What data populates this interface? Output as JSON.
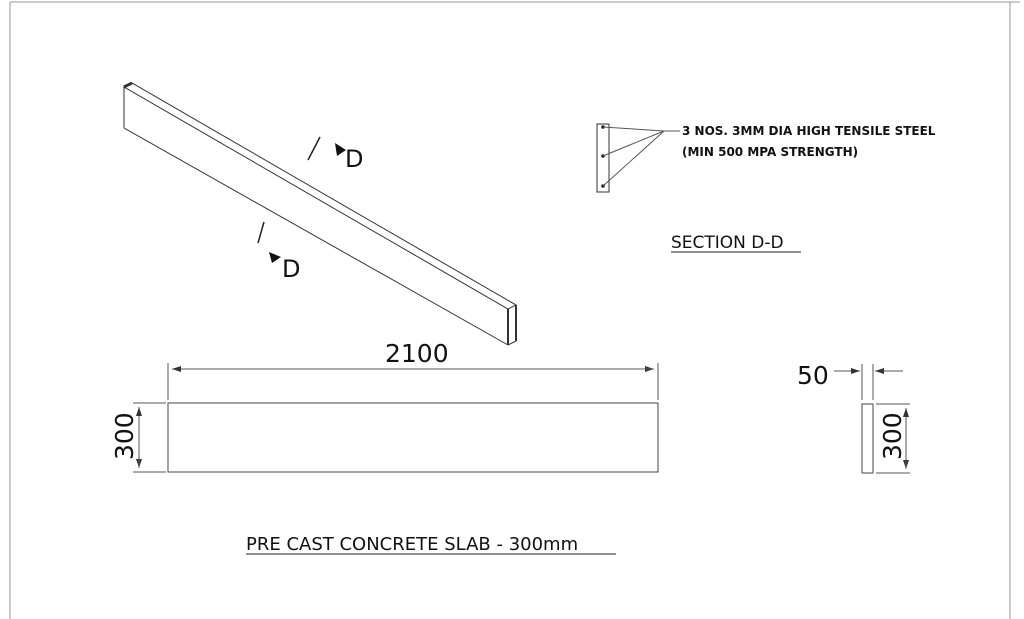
{
  "isometric": {
    "section_marker_top": "D",
    "section_marker_bottom": "D"
  },
  "section": {
    "note_line1": "3 NOS. 3MM DIA HIGH TENSILE STEEL",
    "note_line2": "(MIN 500 MPA STRENGTH)",
    "title": "SECTION D-D"
  },
  "elevation": {
    "length_dim": "2100",
    "height_dim": "300"
  },
  "side_view": {
    "thickness_dim": "50",
    "height_dim": "300"
  },
  "drawing_title": "PRE CAST CONCRETE SLAB - 300mm"
}
